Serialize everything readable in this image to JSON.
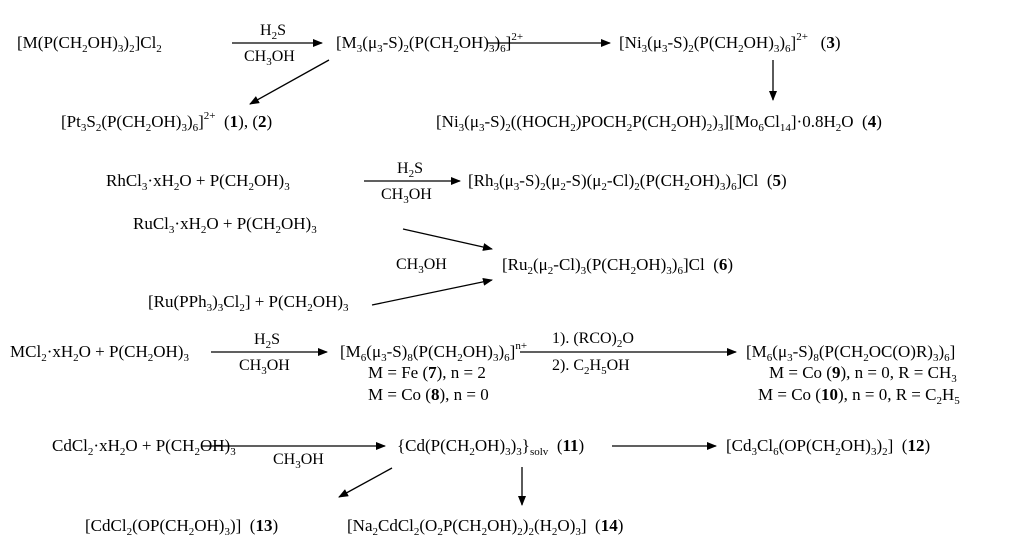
{
  "compound_numbers": [
    "1",
    "2",
    "3",
    "4",
    "5",
    "6",
    "7",
    "8",
    "9",
    "10",
    "11",
    "12",
    "13",
    "14"
  ],
  "reagents": {
    "h2s": "H2S",
    "ch3oh": "CH3OH",
    "step1": "1). (RCO)2O",
    "step2": "2). C2H5OH"
  },
  "species": {
    "m_thp_cl2": "[M(P(CH2OH)3)2]Cl2",
    "m3s2_cation": "[M3(μ3-S)2(P(CH2OH)3)6]2+",
    "ni3s2_cation": "[Ni3(μ3-S)2(P(CH2OH)3)6]2+ (3)",
    "pt3s2": "[Pt3S2(P(CH2OH)3)6]2+ (1), (2)",
    "ni3_mo6": "[Ni3(μ3-S)2((HOCH2)POCH2P(CH2OH)2)3][Mo6Cl14]·0.8H2O (4)",
    "rhcl3": "RhCl3·xH2O + P(CH2OH)3",
    "rh3": "[Rh3(μ3-S)2(μ2-S)(μ2-Cl)2(P(CH2OH)3)6]Cl (5)",
    "rucl3": "RuCl3·xH2O + P(CH2OH)3",
    "ru_pph3": "[Ru(PPh3)3Cl2] + P(CH2OH)3",
    "ru2": "[Ru2(μ2-Cl)3(P(CH2OH)3)6]Cl (6)",
    "mcl2": "MCl2·xH2O + P(CH2OH)3",
    "m6s8": "[M6(μ3-S)8(P(CH2OH)3)6]n+",
    "m6s8_fe": "M = Fe (7), n = 2",
    "m6s8_co": "M = Co (8), n = 0",
    "m6s8_ester": "[M6(μ3-S)8(P(CH2OC(O)R)3)6]",
    "ester_co9": "M = Co (9), n = 0, R = CH3",
    "ester_co10": "M = Co (10), n = 0, R = C2H5",
    "cdcl2": "CdCl2·xH2O + P(CH2OH)3",
    "cd_solv": "{Cd(P(CH2OH)3)3}solv (11)",
    "cd3cl6": "[Cd3Cl6(OP(CH2OH)3)2] (12)",
    "cdcl2_op": "[CdCl2(OP(CH2OH)3)] (13)",
    "na2cd": "[Na2CdCl2(O2P(CH2OH)2)2(H2O)3] (14)"
  }
}
